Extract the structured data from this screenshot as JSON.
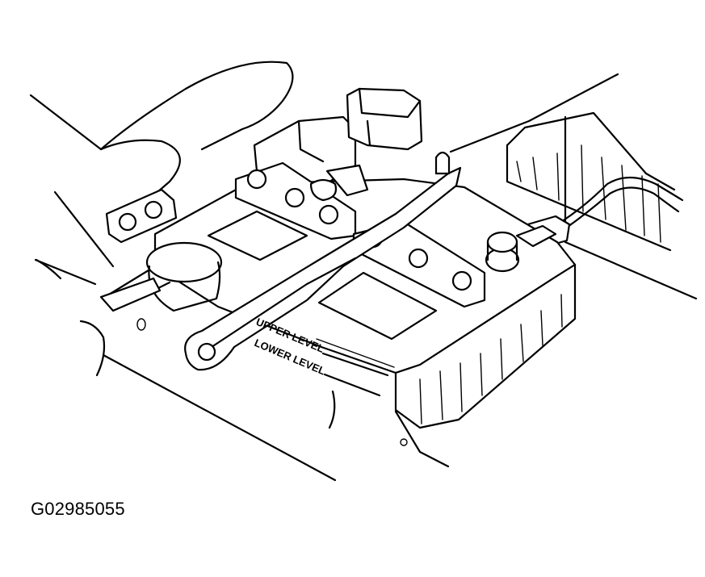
{
  "figure": {
    "id": "G02985055",
    "labels": {
      "upper_level": "UPPER LEVEL",
      "lower_level": "LOWER LEVEL"
    },
    "components": [
      "battery",
      "hold-down-clamp",
      "battery-cable",
      "air-intake-duct",
      "fuse-relay-box",
      "fender",
      "level-marks",
      "terminal"
    ]
  }
}
